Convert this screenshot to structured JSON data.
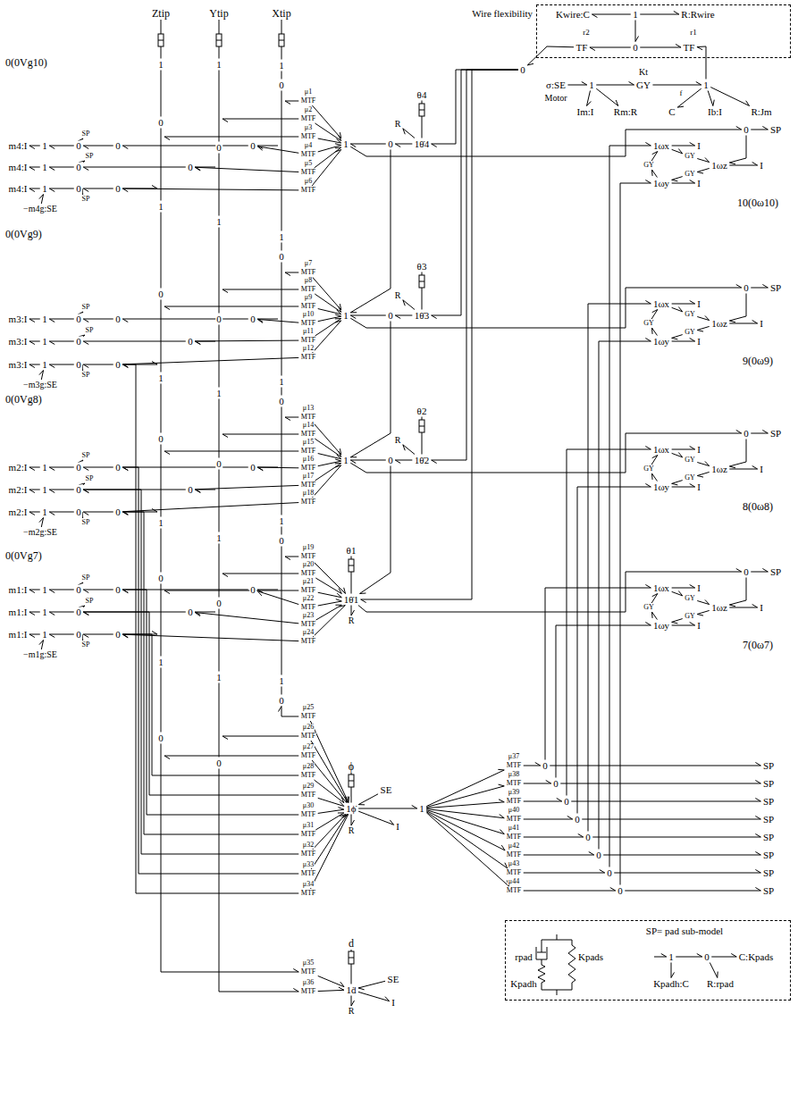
{
  "diagram": {
    "nodes": [
      {
        "text": [
          "Wire flexibility",
          "Kwire:C",
          "1",
          "R:Rwire",
          "r2",
          "TF",
          "0",
          "r1",
          "TF"
        ]
      },
      {
        "text": [
          "SP= pad sub-model",
          "rpad",
          "Kpads",
          "Kpadh",
          "1",
          "0",
          "C:Kpads",
          "Kpadh:C",
          "R:rpad"
        ]
      }
    ],
    "labels": [
      "μ1",
      "μ2",
      "μ3",
      "μ4",
      "μ5",
      "μ6",
      "μ7",
      "μ8",
      "μ9",
      "μ10",
      "μ11",
      "μ12",
      "μ13",
      "μ14",
      "μ15",
      "μ16",
      "μ17",
      "μ18",
      "μ19",
      "μ20",
      "μ21",
      "μ22",
      "μ23",
      "μ24",
      "μ25",
      "μ26",
      "μ27",
      "μ28",
      "μ29",
      "μ30",
      "μ31",
      "μ32",
      "μ33",
      "μ34",
      "μ35",
      "μ36",
      "μ37",
      "μ38",
      "μ39",
      "μ40",
      "μ41",
      "μ42",
      "μ43",
      "μ44",
      "MTF",
      "MTF",
      "MTF",
      "MTF",
      "MTF",
      "MTF",
      "MTF",
      "MTF",
      "MTF",
      "MTF",
      "MTF",
      "MTF",
      "MTF",
      "MTF",
      "MTF",
      "MTF",
      "MTF",
      "MTF",
      "MTF",
      "MTF",
      "MTF",
      "MTF",
      "MTF",
      "MTF",
      "MTF",
      "MTF",
      "MTF",
      "MTF",
      "MTF",
      "MTF",
      "MTF",
      "MTF",
      "MTF",
      "MTF",
      "MTF",
      "MTF",
      "MTF",
      "MTF",
      "MTF",
      "MTF",
      "MTF",
      "MTF",
      "MTF",
      "MTF",
      "Ztip",
      "Ytip",
      "Xtip",
      "1",
      "1",
      "1",
      "0",
      "0",
      "0",
      "1",
      "1",
      "1",
      "0",
      "0",
      "0",
      "1",
      "1",
      "1",
      "0",
      "0",
      "0",
      "1",
      "1",
      "1",
      "0",
      "0",
      "0",
      "1",
      "1",
      "1",
      "0",
      "0",
      "0",
      "0(0Vg10)",
      "m4:I",
      "1",
      "0",
      "SP",
      "0",
      "m4:I",
      "1",
      "0",
      "SP",
      "m4:I",
      "1",
      "0",
      "SP",
      "0",
      "−m4g:SE",
      "0",
      "0",
      "0(0Vg9)",
      "m3:I",
      "1",
      "0",
      "SP",
      "0",
      "m3:I",
      "1",
      "0",
      "SP",
      "m3:I",
      "1",
      "0",
      "SP",
      "0",
      "−m3g:SE",
      "0",
      "0",
      "0(0Vg8)",
      "m2:I",
      "1",
      "0",
      "SP",
      "0",
      "m2:I",
      "1",
      "0",
      "SP",
      "m2:I",
      "1",
      "0",
      "SP",
      "0",
      "−m2g:SE",
      "0",
      "0",
      "0(0Vg7)",
      "m1:I",
      "1",
      "0",
      "SP",
      "0",
      "m1:I",
      "1",
      "0",
      "SP",
      "m1:I",
      "1",
      "0",
      "SP",
      "0",
      "−m1g:SE",
      "0",
      "0",
      "1",
      "0",
      "1θ̇4",
      "R",
      "θ4",
      "1",
      "0",
      "1θ̇3",
      "R",
      "θ3",
      "1",
      "0",
      "1θ̇2",
      "R",
      "θ2",
      "1θ̇1",
      "θ1",
      "R",
      "0",
      "SP",
      "1ωx",
      "I",
      "1ωz",
      "I",
      "1ωy",
      "I",
      "GY",
      "GY",
      "GY",
      "10(0ω10)",
      "0",
      "SP",
      "1ωx",
      "I",
      "1ωz",
      "I",
      "1ωy",
      "I",
      "GY",
      "GY",
      "GY",
      "9(0ω9)",
      "0",
      "SP",
      "1ωx",
      "I",
      "1ωz",
      "I",
      "1ωy",
      "I",
      "GY",
      "GY",
      "GY",
      "8(0ω8)",
      "0",
      "SP",
      "1ωx",
      "I",
      "1ωz",
      "I",
      "1ωy",
      "I",
      "GY",
      "GY",
      "GY",
      "7(0ω7)",
      "σ:SE",
      "Motor",
      "1",
      "Kt",
      "GY",
      "1",
      "f",
      "Im:I",
      "Rm:R",
      "C",
      "Ib:I",
      "R:Jm",
      "0",
      "ϕ",
      "SE",
      "1ϕ̇",
      "R",
      "I",
      "1",
      "0",
      "SP",
      "0",
      "SP",
      "0",
      "SP",
      "0",
      "SP",
      "0",
      "SP",
      "0",
      "SP",
      "0",
      "SP",
      "0",
      "SP",
      "d",
      "SE",
      "1ḋ",
      "R",
      "I"
    ]
  }
}
